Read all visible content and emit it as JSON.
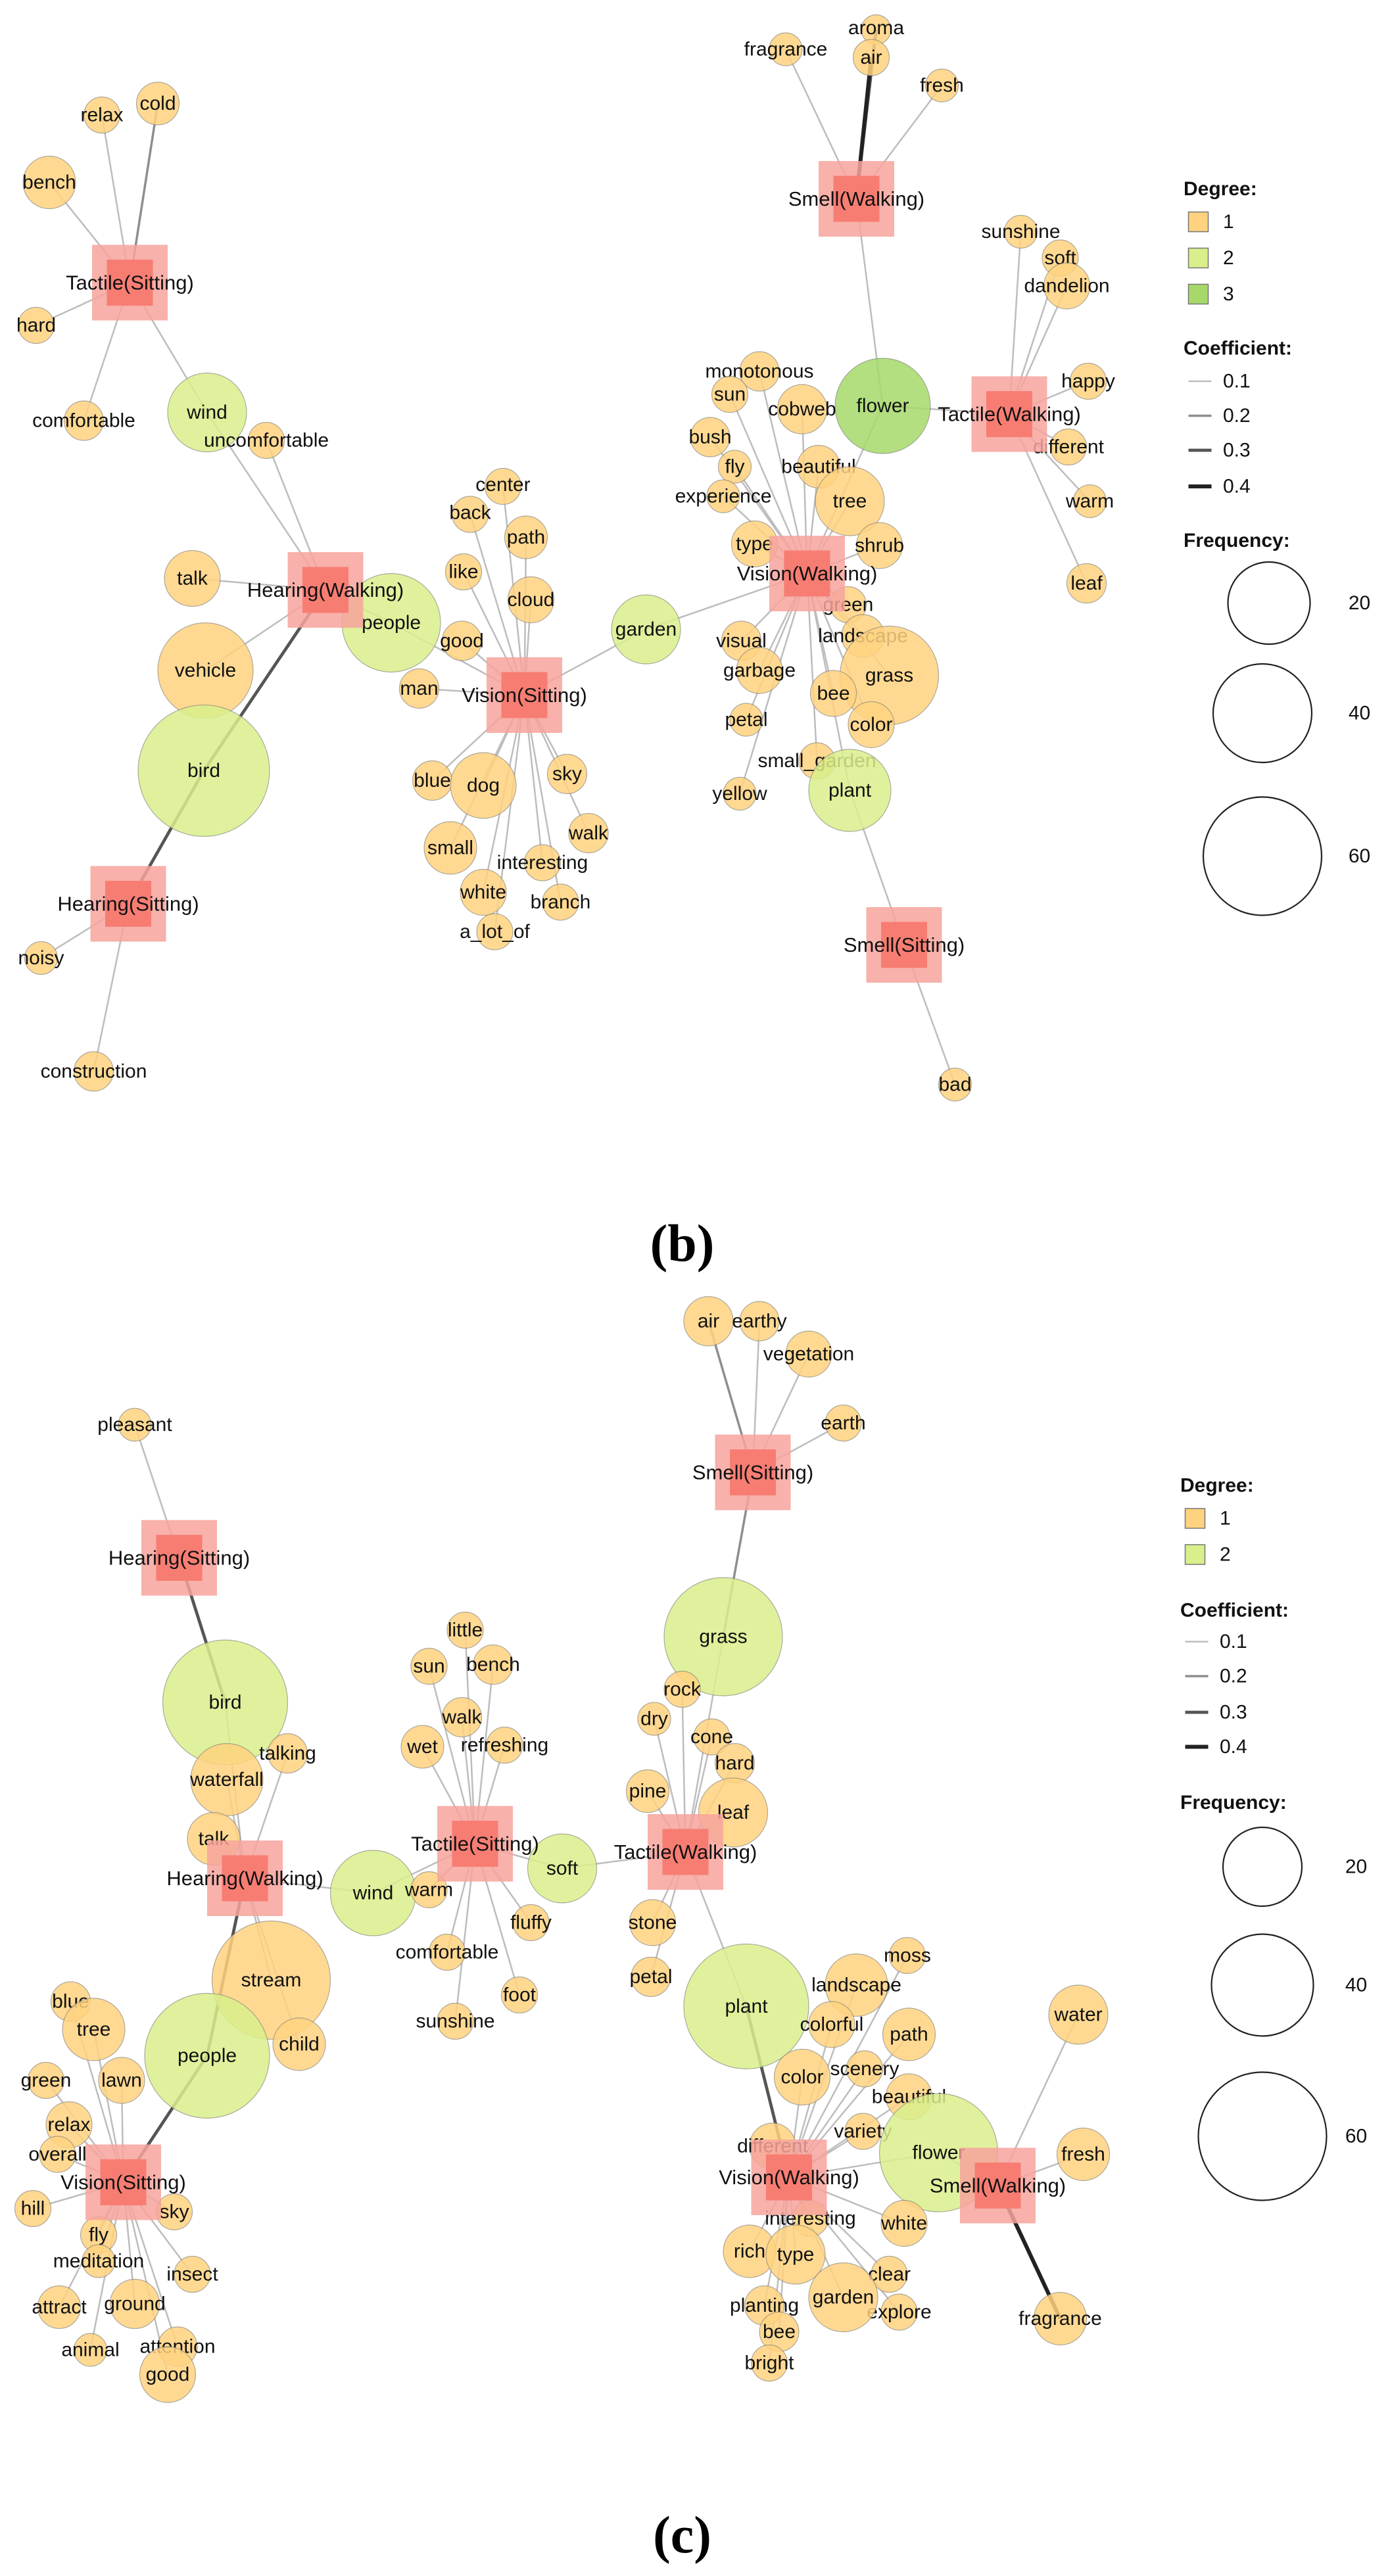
{
  "colors": {
    "degree_1": "#ffd27f",
    "degree_2": "#d9ef8b",
    "degree_3": "#a6d96a",
    "category_fill": "#f77d73",
    "category_edge": "#f7a39c",
    "node_stroke": "#7a7a7a"
  },
  "panels": [
    {
      "label": "(b)",
      "legend": {
        "degree_title": "Degree:",
        "degree_items": [
          "1",
          "2",
          "3"
        ],
        "coefficient_title": "Coefficient:",
        "coefficient_items": [
          "0.1",
          "0.2",
          "0.3",
          "0.4"
        ],
        "frequency_title": "Frequency:",
        "frequency_items": [
          "20",
          "40",
          "60"
        ]
      },
      "categories": [
        "Smell(Walking)",
        "Tactile(Sitting)",
        "Tactile(Walking)",
        "Hearing(Walking)",
        "Vision(Walking)",
        "Vision(Sitting)",
        "Hearing(Sitting)",
        "Smell(Sitting)"
      ],
      "nodes": [
        {
          "label": "aroma",
          "degree": 1
        },
        {
          "label": "fragrance",
          "degree": 1
        },
        {
          "label": "air",
          "degree": 1
        },
        {
          "label": "fresh",
          "degree": 1
        },
        {
          "label": "relax",
          "degree": 1
        },
        {
          "label": "cold",
          "degree": 1
        },
        {
          "label": "bench",
          "degree": 1
        },
        {
          "label": "hard",
          "degree": 1
        },
        {
          "label": "comfortable",
          "degree": 1
        },
        {
          "label": "wind",
          "degree": 2
        },
        {
          "label": "uncomfortable",
          "degree": 1
        },
        {
          "label": "sunshine",
          "degree": 1
        },
        {
          "label": "soft",
          "degree": 1
        },
        {
          "label": "dandelion",
          "degree": 1
        },
        {
          "label": "happy",
          "degree": 1
        },
        {
          "label": "different",
          "degree": 1
        },
        {
          "label": "warm",
          "degree": 1
        },
        {
          "label": "leaf",
          "degree": 1
        },
        {
          "label": "flower",
          "degree": 3
        },
        {
          "label": "monotonous",
          "degree": 1
        },
        {
          "label": "sun",
          "degree": 1
        },
        {
          "label": "cobweb",
          "degree": 1
        },
        {
          "label": "bush",
          "degree": 1
        },
        {
          "label": "fly",
          "degree": 1
        },
        {
          "label": "beautiful",
          "degree": 1
        },
        {
          "label": "experience",
          "degree": 1
        },
        {
          "label": "tree",
          "degree": 1
        },
        {
          "label": "type",
          "degree": 1
        },
        {
          "label": "shrub",
          "degree": 1
        },
        {
          "label": "green",
          "degree": 1
        },
        {
          "label": "landscape",
          "degree": 1
        },
        {
          "label": "visual",
          "degree": 1
        },
        {
          "label": "garbage",
          "degree": 1
        },
        {
          "label": "grass",
          "degree": 1
        },
        {
          "label": "bee",
          "degree": 1
        },
        {
          "label": "color",
          "degree": 1
        },
        {
          "label": "petal",
          "degree": 1
        },
        {
          "label": "small_garden",
          "degree": 1
        },
        {
          "label": "yellow",
          "degree": 1
        },
        {
          "label": "plant",
          "degree": 2
        },
        {
          "label": "garden",
          "degree": 2
        },
        {
          "label": "center",
          "degree": 1
        },
        {
          "label": "back",
          "degree": 1
        },
        {
          "label": "path",
          "degree": 1
        },
        {
          "label": "like",
          "degree": 1
        },
        {
          "label": "cloud",
          "degree": 1
        },
        {
          "label": "good",
          "degree": 1
        },
        {
          "label": "people",
          "degree": 2
        },
        {
          "label": "man",
          "degree": 1
        },
        {
          "label": "talk",
          "degree": 1
        },
        {
          "label": "vehicle",
          "degree": 1
        },
        {
          "label": "bird",
          "degree": 2
        },
        {
          "label": "blue",
          "degree": 1
        },
        {
          "label": "dog",
          "degree": 1
        },
        {
          "label": "sky",
          "degree": 1
        },
        {
          "label": "walk",
          "degree": 1
        },
        {
          "label": "small",
          "degree": 1
        },
        {
          "label": "interesting",
          "degree": 1
        },
        {
          "label": "white",
          "degree": 1
        },
        {
          "label": "branch",
          "degree": 1
        },
        {
          "label": "a_lot_of",
          "degree": 1
        },
        {
          "label": "noisy",
          "degree": 1
        },
        {
          "label": "construction",
          "degree": 1
        },
        {
          "label": "bad",
          "degree": 1
        }
      ]
    },
    {
      "label": "(c)",
      "legend": {
        "degree_title": "Degree:",
        "degree_items": [
          "1",
          "2"
        ],
        "coefficient_title": "Coefficient:",
        "coefficient_items": [
          "0.1",
          "0.2",
          "0.3",
          "0.4"
        ],
        "frequency_title": "Frequency:",
        "frequency_items": [
          "20",
          "40",
          "60"
        ]
      },
      "categories": [
        "Smell(Sitting)",
        "Hearing(Sitting)",
        "Tactile(Sitting)",
        "Tactile(Walking)",
        "Hearing(Walking)",
        "Vision(Sitting)",
        "Vision(Walking)",
        "Smell(Walking)"
      ],
      "nodes": [
        {
          "label": "air",
          "degree": 1
        },
        {
          "label": "earthy",
          "degree": 1
        },
        {
          "label": "vegetation",
          "degree": 1
        },
        {
          "label": "earth",
          "degree": 1
        },
        {
          "label": "pleasant",
          "degree": 1
        },
        {
          "label": "grass",
          "degree": 2
        },
        {
          "label": "little",
          "degree": 1
        },
        {
          "label": "sun",
          "degree": 1
        },
        {
          "label": "bench",
          "degree": 1
        },
        {
          "label": "walk",
          "degree": 1
        },
        {
          "label": "wet",
          "degree": 1
        },
        {
          "label": "refreshing",
          "degree": 1
        },
        {
          "label": "rock",
          "degree": 1
        },
        {
          "label": "dry",
          "degree": 1
        },
        {
          "label": "cone",
          "degree": 1
        },
        {
          "label": "hard",
          "degree": 1
        },
        {
          "label": "pine",
          "degree": 1
        },
        {
          "label": "leaf",
          "degree": 1
        },
        {
          "label": "bird",
          "degree": 2
        },
        {
          "label": "talking",
          "degree": 1
        },
        {
          "label": "waterfall",
          "degree": 1
        },
        {
          "label": "talk",
          "degree": 1
        },
        {
          "label": "wind",
          "degree": 2
        },
        {
          "label": "warm",
          "degree": 1
        },
        {
          "label": "soft",
          "degree": 2
        },
        {
          "label": "fluffy",
          "degree": 1
        },
        {
          "label": "comfortable",
          "degree": 1
        },
        {
          "label": "foot",
          "degree": 1
        },
        {
          "label": "sunshine",
          "degree": 1
        },
        {
          "label": "stone",
          "degree": 1
        },
        {
          "label": "petal",
          "degree": 1
        },
        {
          "label": "stream",
          "degree": 1
        },
        {
          "label": "child",
          "degree": 1
        },
        {
          "label": "people",
          "degree": 2
        },
        {
          "label": "blue",
          "degree": 1
        },
        {
          "label": "tree",
          "degree": 1
        },
        {
          "label": "lawn",
          "degree": 1
        },
        {
          "label": "green",
          "degree": 1
        },
        {
          "label": "relax",
          "degree": 1
        },
        {
          "label": "overall",
          "degree": 1
        },
        {
          "label": "hill",
          "degree": 1
        },
        {
          "label": "sky",
          "degree": 1
        },
        {
          "label": "fly",
          "degree": 1
        },
        {
          "label": "meditation",
          "degree": 1
        },
        {
          "label": "insect",
          "degree": 1
        },
        {
          "label": "ground",
          "degree": 1
        },
        {
          "label": "attract",
          "degree": 1
        },
        {
          "label": "animal",
          "degree": 1
        },
        {
          "label": "attention",
          "degree": 1
        },
        {
          "label": "good",
          "degree": 1
        },
        {
          "label": "plant",
          "degree": 2
        },
        {
          "label": "moss",
          "degree": 1
        },
        {
          "label": "landscape",
          "degree": 1
        },
        {
          "label": "colorful",
          "degree": 1
        },
        {
          "label": "path",
          "degree": 1
        },
        {
          "label": "color",
          "degree": 1
        },
        {
          "label": "scenery",
          "degree": 1
        },
        {
          "label": "beautiful",
          "degree": 1
        },
        {
          "label": "variety",
          "degree": 1
        },
        {
          "label": "flower",
          "degree": 2
        },
        {
          "label": "different",
          "degree": 1
        },
        {
          "label": "water",
          "degree": 1
        },
        {
          "label": "fresh",
          "degree": 1
        },
        {
          "label": "interesting",
          "degree": 1
        },
        {
          "label": "white",
          "degree": 1
        },
        {
          "label": "rich",
          "degree": 1
        },
        {
          "label": "type",
          "degree": 1
        },
        {
          "label": "clear",
          "degree": 1
        },
        {
          "label": "explore",
          "degree": 1
        },
        {
          "label": "planting",
          "degree": 1
        },
        {
          "label": "bee",
          "degree": 1
        },
        {
          "label": "bright",
          "degree": 1
        },
        {
          "label": "garden",
          "degree": 1
        },
        {
          "label": "fragrance",
          "degree": 1
        }
      ]
    }
  ]
}
